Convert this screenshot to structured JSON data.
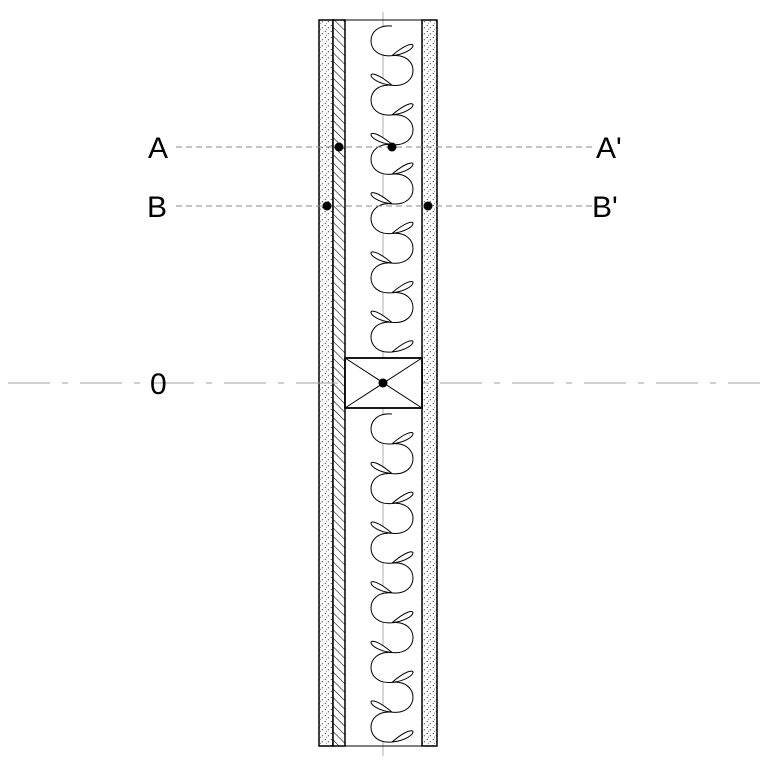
{
  "labels": {
    "a": "A",
    "a_prime": "A'",
    "b": "B",
    "b_prime": "B'",
    "zero": "0"
  },
  "colors": {
    "line": "#000000",
    "dash": "#8a8a8a",
    "background": "#ffffff"
  }
}
